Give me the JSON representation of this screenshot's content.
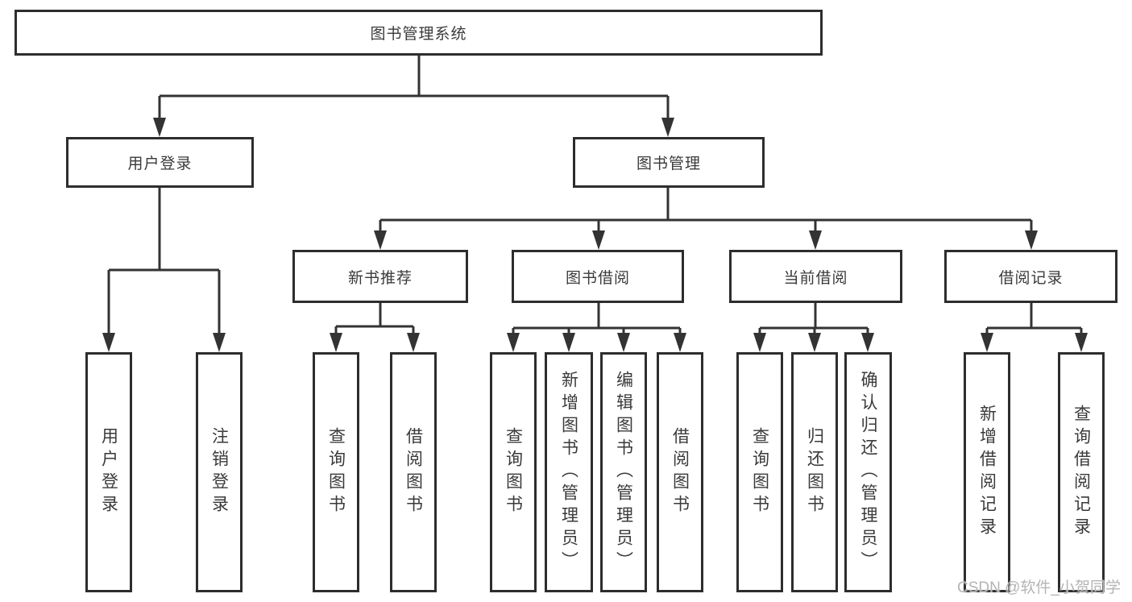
{
  "nodes": {
    "root": "图书管理系统",
    "user_login": "用户登录",
    "book_mgmt": "图书管理",
    "new_book": "新书推荐",
    "book_borrow": "图书借阅",
    "current_borrow": "当前借阅",
    "borrow_record": "借阅记录",
    "leaves": {
      "user_login": [
        "用户登录",
        "注销登录"
      ],
      "new_book": [
        "查询图书",
        "借阅图书"
      ],
      "book_borrow": [
        "查询图书",
        "新增图书（管理员）",
        "编辑图书（管理员）",
        "借阅图书"
      ],
      "current_borrow": [
        "查询图书",
        "归还图书",
        "确认归还（管理员）"
      ],
      "borrow_record": [
        "新增借阅记录",
        "查询借阅记录"
      ]
    }
  },
  "watermark": "CSDN @软件_小贺同学",
  "colors": {
    "line": "#333333",
    "box_border": "#2d2d2d",
    "text": "#3a3a3a",
    "background": "#ffffff",
    "watermark": "#b4b4b4"
  }
}
